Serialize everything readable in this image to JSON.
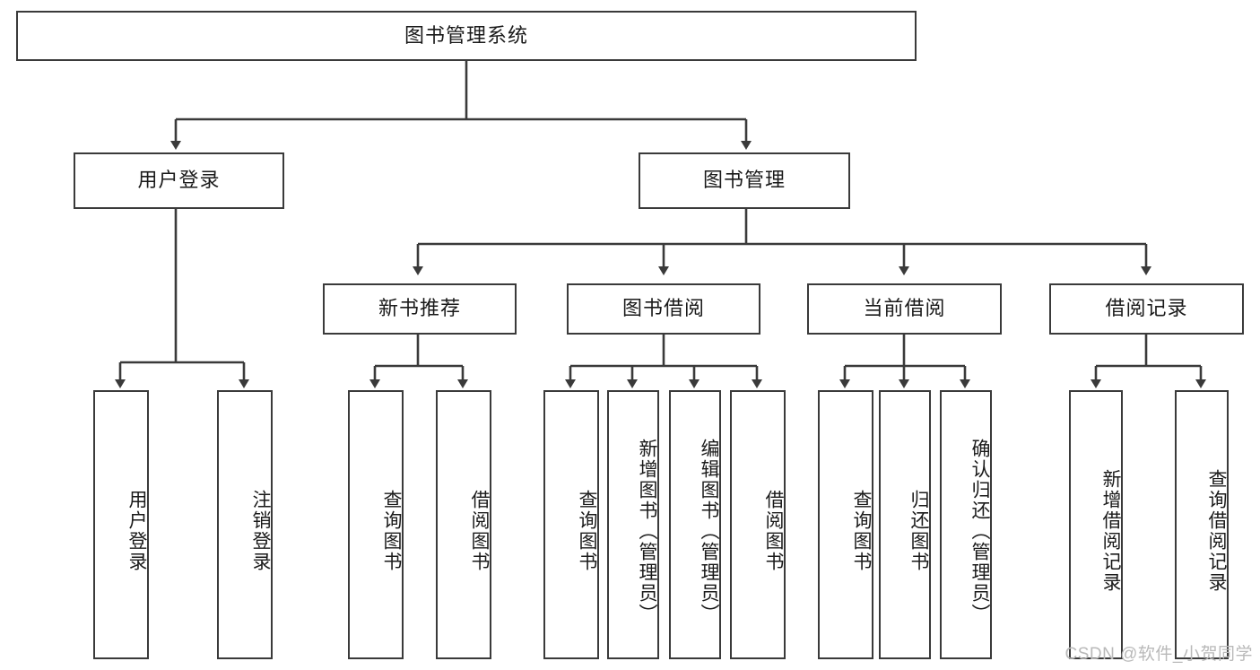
{
  "diagram": {
    "title": "图书管理系统",
    "type": "tree-hierarchy",
    "watermark": "CSDN @软件_小贺同学",
    "root": {
      "label": "图书管理系统"
    },
    "level2": [
      {
        "label": "用户登录"
      },
      {
        "label": "图书管理"
      }
    ],
    "level3": [
      {
        "label": "新书推荐"
      },
      {
        "label": "图书借阅"
      },
      {
        "label": "当前借阅"
      },
      {
        "label": "借阅记录"
      }
    ],
    "leaves": {
      "user_login": [
        {
          "label": "用户登录"
        },
        {
          "label": "注销登录"
        }
      ],
      "new_book_recommend": [
        {
          "label": "查询图书"
        },
        {
          "label": "借阅图书"
        }
      ],
      "book_borrow": [
        {
          "label": "查询图书"
        },
        {
          "label": "新增图书（管理员）"
        },
        {
          "label": "编辑图书（管理员）"
        },
        {
          "label": "借阅图书"
        }
      ],
      "current_borrow": [
        {
          "label": "查询图书"
        },
        {
          "label": "归还图书"
        },
        {
          "label": "确认归还（管理员）"
        }
      ],
      "borrow_records": [
        {
          "label": "新增借阅记录"
        },
        {
          "label": "查询借阅记录"
        }
      ]
    },
    "colors": {
      "border": "#3a3a3a",
      "background": "#ffffff",
      "text": "#1a1a1a",
      "watermark": "#b9b9b9"
    }
  }
}
